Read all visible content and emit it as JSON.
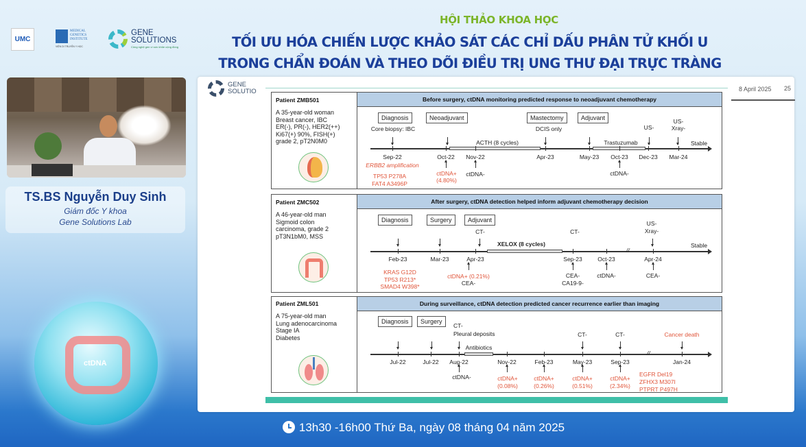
{
  "header": {
    "event_label": "HỘI THẢO KHOA HỌC",
    "title_line1": "TỐI ƯU HÓA CHIẾN LƯỢC KHẢO SÁT CÁC CHỈ DẤU PHÂN TỬ KHỐI U",
    "title_line2": "TRONG CHẨN ĐOÁN VÀ THEO DÕI ĐIỀU TRỊ UNG THƯ ĐẠI TRỰC TRÀNG",
    "logos": {
      "umc": "UMC",
      "mgi_line1": "MEDICAL",
      "mgi_line2": "GENETICS",
      "mgi_line3": "INSTITUTE",
      "mgi_sub": "VIỆN DI TRUYỀN Y HỌC",
      "gs_line1": "GENE",
      "gs_line2": "SOLUTIONS",
      "gs_tagline": "Công nghệ gen vì sức khỏe cộng đồng"
    }
  },
  "speaker": {
    "name": "TS.BS Nguyễn Duy Sinh",
    "role": "Giám đốc Y khoa",
    "org": "Gene Solutions Lab"
  },
  "orb_label": "ctDNA",
  "footer": {
    "icon": "clock-icon",
    "text": "13h30 -16h00 Thứ Ba, ngày 08 tháng 04 năm 2025"
  },
  "slide": {
    "logo_line1": "GENE",
    "logo_line2": "SOLUTIO",
    "date": "8 April 2025",
    "page": "25",
    "panels": [
      {
        "patient": "Patient ZMB501",
        "desc": [
          "A 35-year-old woman",
          "Breast cancer, IBC",
          "ER(-), PR(-), HER2(++)",
          "Ki67(+) 90%, FISH(+)",
          "grade 2, pT2N0M0"
        ],
        "header": "Before surgery, ctDNA monitoring predicted response to neoadjuvant chemotherapy",
        "phases": [
          "Diagnosis",
          "Neoadjuvant",
          "Mastectomy",
          "Adjuvant"
        ],
        "above": [
          "Core biopsy: IBC",
          "DCIS only",
          "US-",
          "US-",
          "Xray-"
        ],
        "bars": [
          "ACTH (8 cycles)",
          "Trastuzumab"
        ],
        "dates": [
          "Sep-22",
          "Oct-22",
          "Nov-22",
          "Apr-23",
          "May-23",
          "Oct-23",
          "Dec-23",
          "Mar-24"
        ],
        "end": "Stable",
        "below": [
          "ERBB2 amplification",
          "TP53 P278A",
          "FAT4 A3496P",
          "ctDNA+",
          "(4.80%)",
          "ctDNA-",
          "ctDNA-"
        ]
      },
      {
        "patient": "Patient ZMC502",
        "desc": [
          "A 46-year-old man",
          "Sigmoid colon",
          "carcinoma, grade 2",
          "pT3N1bM0, MSS"
        ],
        "header": "After surgery, ctDNA detection helped inform adjuvant chemotherapy decision",
        "phases": [
          "Diagnosis",
          "Surgery",
          "Adjuvant"
        ],
        "above": [
          "CT-",
          "CT-",
          "US-",
          "Xray-"
        ],
        "bars": [
          "XELOX (8 cycles)"
        ],
        "dates": [
          "Feb-23",
          "Mar-23",
          "Apr-23",
          "Sep-23",
          "Oct-23",
          "Apr-24"
        ],
        "end": "Stable",
        "below": [
          "KRAS G12D",
          "TP53 R213*",
          "SMAD4 W398*",
          "ctDNA+ (0.21%)",
          "CEA-",
          "CEA-",
          "CA19-9-",
          "ctDNA-",
          "CEA-"
        ]
      },
      {
        "patient": "Patient ZML501",
        "desc": [
          "A 75-year-old man",
          "Lung adenocarcinoma",
          "Stage IA",
          "Diabetes"
        ],
        "header": "During surveillance, ctDNA detection predicted cancer recurrence earlier than imaging",
        "phases": [
          "Diagnosis",
          "Surgery"
        ],
        "above": [
          "CT-",
          "Pleural deposits",
          "CT-",
          "CT-",
          "Cancer death"
        ],
        "bars": [
          "Antibiotics"
        ],
        "dates": [
          "Jul-22",
          "Jul-22",
          "Aug-22",
          "Nov-22",
          "Feb-23",
          "May-23",
          "Sep-23",
          "Jan-24"
        ],
        "below": [
          "ctDNA-",
          "ctDNA+",
          "(0.08%)",
          "ctDNA+",
          "(0.26%)",
          "ctDNA+",
          "(0.51%)",
          "ctDNA+",
          "(2.34%)",
          "EGFR Del19",
          "ZFHX3 M307I",
          "PTPRT P497H"
        ]
      }
    ]
  },
  "colors": {
    "title_blue": "#1b3f9a",
    "event_green": "#7cb52a",
    "panel_header": "#b8cfe6",
    "alert_red": "#e0553a",
    "teal_bar": "#3fbfa8"
  }
}
